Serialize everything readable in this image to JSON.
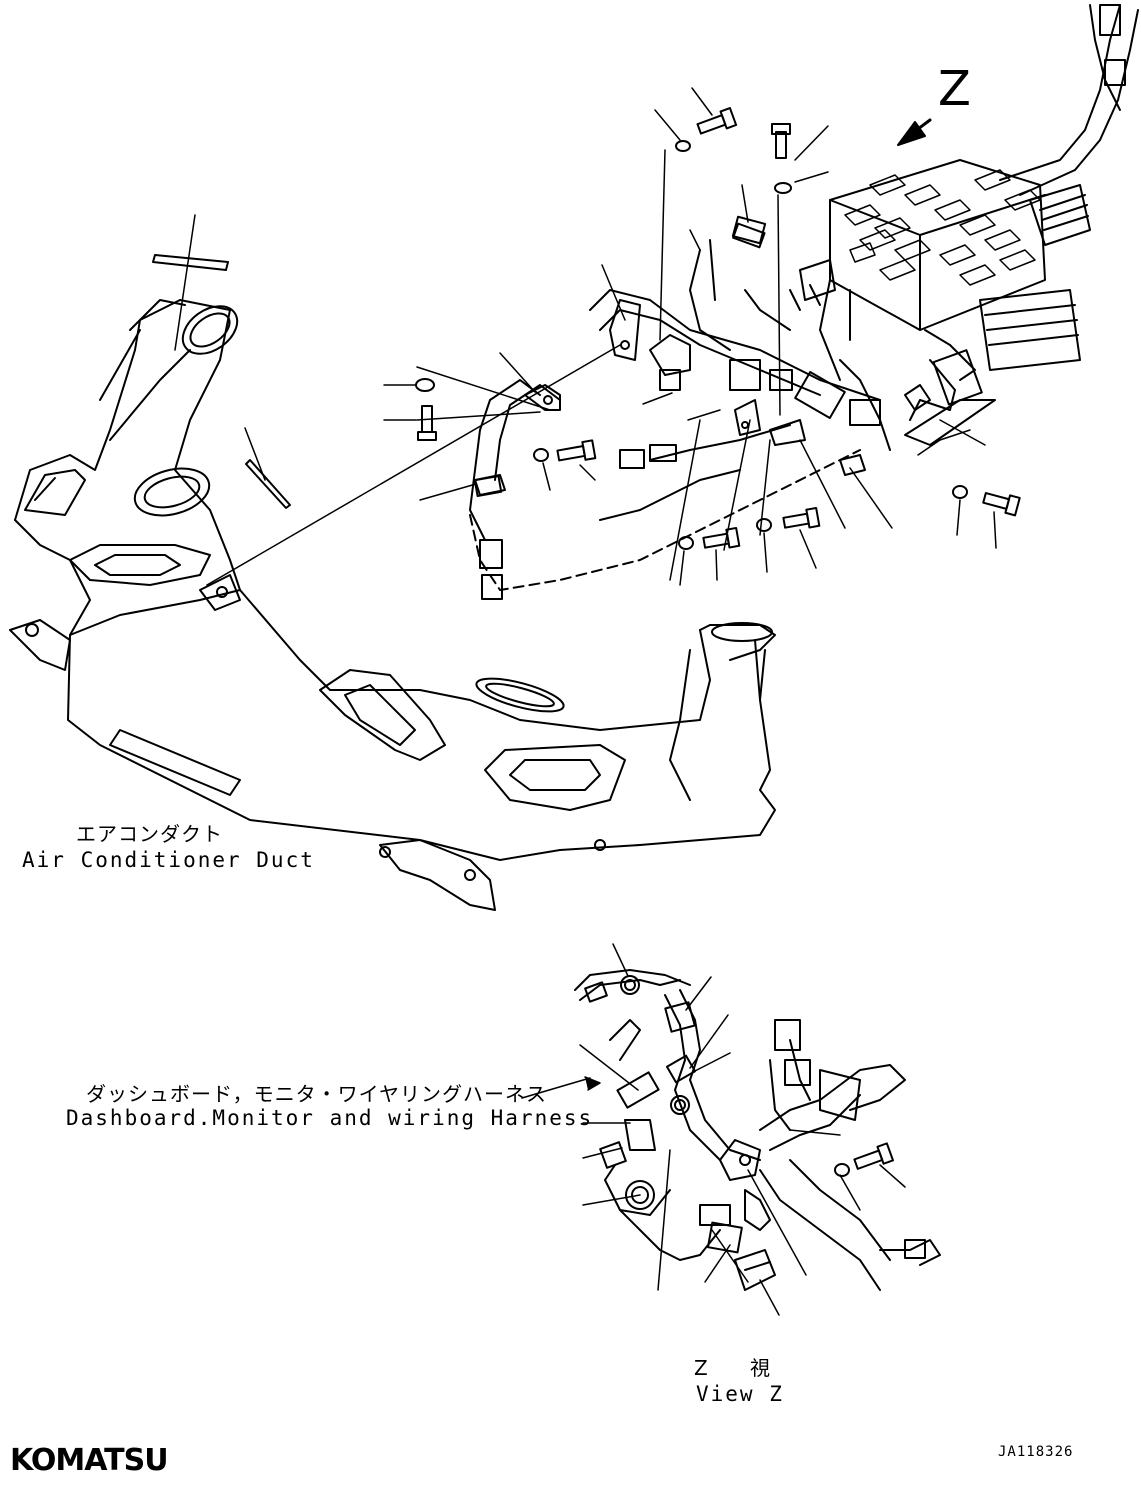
{
  "view_marker": {
    "letter": "Z"
  },
  "labels": {
    "duct_ja": "エアコンダクト",
    "duct_en": "Air Conditioner Duct",
    "harness_ja": "ダッシュボード，モニタ・ワイヤリングハーネス",
    "harness_en": "Dashboard.Monitor and wiring Harness",
    "view_z_ja": "Z 視",
    "view_z_en": "View Z"
  },
  "footer": {
    "brand": "KOMATSU",
    "drawing_code": "JA118326"
  }
}
